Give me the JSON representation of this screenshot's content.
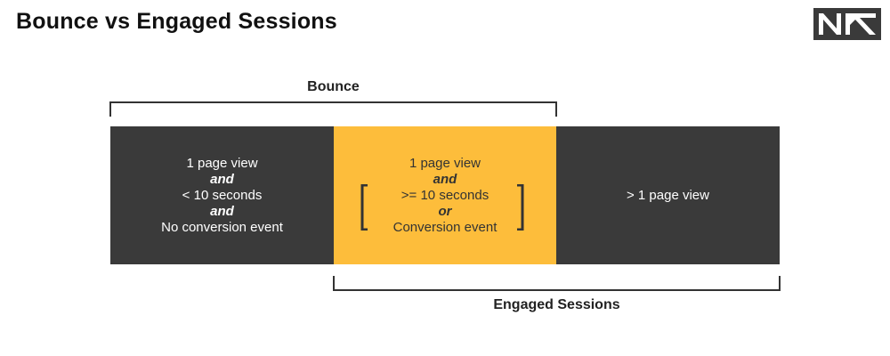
{
  "title": "Bounce vs Engaged Sessions",
  "logo": {
    "icon": "nk-logo-icon",
    "bg_color": "#3a3a3a"
  },
  "brackets": {
    "bounce_label": "Bounce",
    "engaged_label": "Engaged Sessions"
  },
  "blocks": {
    "left": {
      "line1": "1 page view",
      "and1": "and",
      "line2": "< 10 seconds",
      "and2": "and",
      "line3": "No conversion event"
    },
    "middle": {
      "line1": "1 page view",
      "and": "and",
      "line2": ">= 10 seconds",
      "or": "or",
      "line3": "Conversion event"
    },
    "right": {
      "line1": "> 1 page view"
    }
  },
  "colors": {
    "dark": "#3a3a3a",
    "yellow": "#fdbd3b",
    "bracket": "#333333"
  }
}
